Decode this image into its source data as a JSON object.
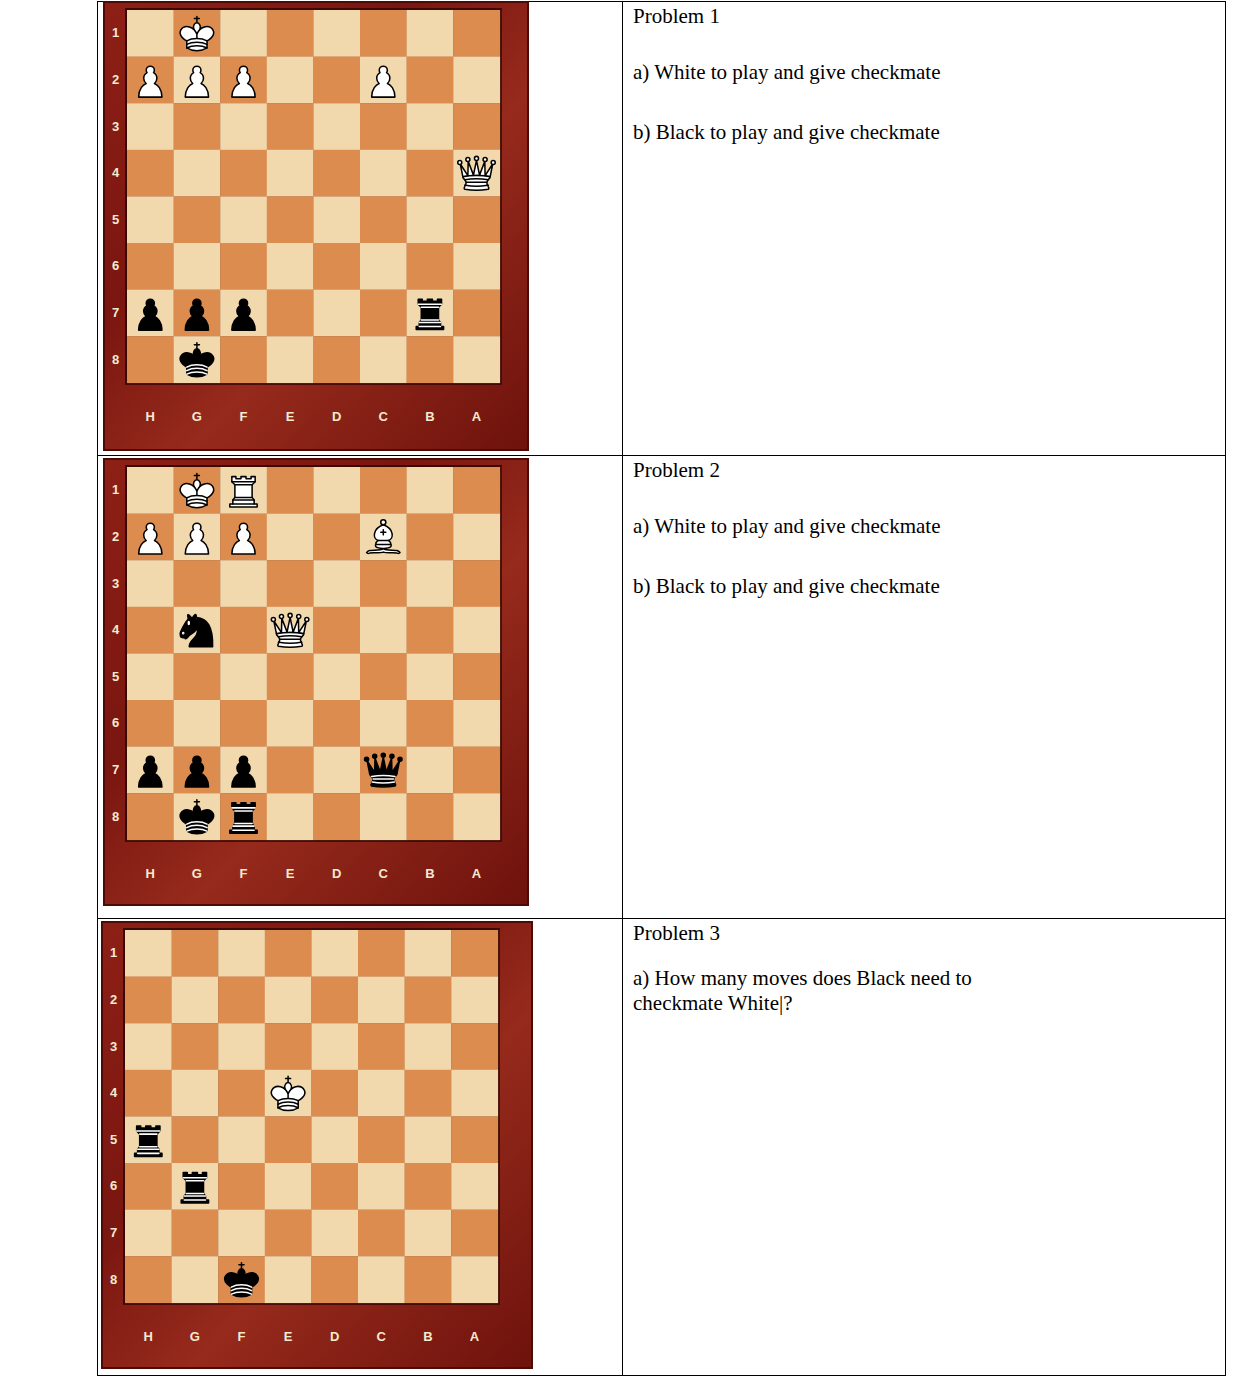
{
  "diagram": {
    "nodes": [
      {
        "text": [
          "Problem 1",
          "a) White to play and give checkmate",
          "b) Black to play and give checkmate"
        ]
      },
      {
        "text": [
          "Problem 2",
          "a) White to play and give checkmate",
          "b) Black to play and give checkmate"
        ]
      },
      {
        "text": [
          "Problem 3",
          "a) How many moves does Black need to checkmate White|?"
        ]
      }
    ],
    "labels": [
      "1",
      "2",
      "3",
      "4",
      "5",
      "6",
      "7",
      "8",
      "H",
      "G",
      "F",
      "E",
      "D",
      "C",
      "B",
      "A",
      "1",
      "2",
      "3",
      "4",
      "5",
      "6",
      "7",
      "8",
      "H",
      "G",
      "F",
      "E",
      "D",
      "C",
      "B",
      "A",
      "1",
      "2",
      "3",
      "4",
      "5",
      "6",
      "7",
      "8",
      "H",
      "G",
      "F",
      "E",
      "D",
      "C",
      "B",
      "A"
    ]
  }
}
